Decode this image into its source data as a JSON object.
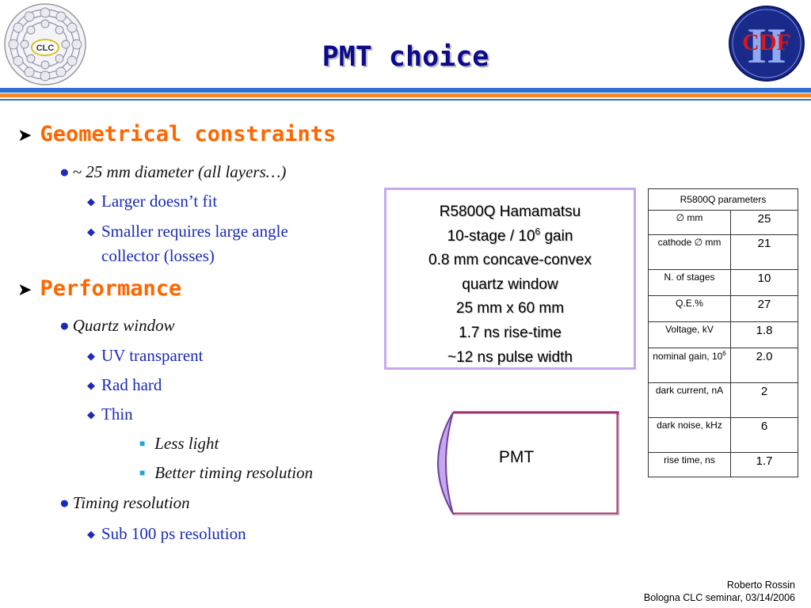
{
  "slide": {
    "title": "PMT choice",
    "logos": {
      "left_text": "CLC",
      "right_text": "CDF",
      "right_numeral": "II"
    },
    "bullets": {
      "geometrical": {
        "heading": "Geometrical constraints",
        "diameter": "~ 25 mm diameter (all layers…)",
        "larger": "Larger doesn’t fit",
        "smaller_1": "Smaller requires large angle",
        "smaller_2": "collector (losses)"
      },
      "performance": {
        "heading": "Performance",
        "quartz": "Quartz window",
        "uv": "UV transparent",
        "rad": "Rad hard",
        "thin": "Thin",
        "less_light": "Less light",
        "better_timing": "Better timing resolution",
        "timing": "Timing resolution",
        "sub100": "Sub 100 ps resolution"
      }
    },
    "spec_box": {
      "line1": "R5800Q Hamamatsu",
      "line2_pre": "10-stage / 10",
      "line2_sup": "6",
      "line2_post": " gain",
      "line3": "0.8 mm concave-convex",
      "line4": "quartz window",
      "line5": "25 mm x 60 mm",
      "line6": "1.7 ns rise-time",
      "line7": "~12 ns pulse width"
    },
    "pmt_label": "PMT",
    "param_table": {
      "header": "R5800Q parameters",
      "rows": [
        {
          "name": "∅ mm",
          "value": "25"
        },
        {
          "name": "cathode ∅ mm",
          "value": "21"
        },
        {
          "name": "N. of stages",
          "value": "10"
        },
        {
          "name": "Q.E.%",
          "value": "27"
        },
        {
          "name": "Voltage, kV",
          "value": "1.8"
        },
        {
          "name": "nominal gain, 10",
          "name_sup": "6",
          "value": "2.0"
        },
        {
          "name": "dark current, nA",
          "value": "2"
        },
        {
          "name": "dark noise, kHz",
          "value": "6"
        },
        {
          "name": "rise time, ns",
          "value": "1.7"
        }
      ]
    },
    "footer": {
      "author": "Roberto Rossin",
      "event": "Bologna CLC seminar, 03/14/2006"
    },
    "colors": {
      "title": "#0b0b8c",
      "heading": "#ff6600",
      "bullet_text": "#1a2bb8",
      "box_border": "#c8a8ec",
      "pmt_outline": "#9b2d6e",
      "bar_blue": "#2f6fd6",
      "bar_orange": "#f28a1e"
    }
  }
}
